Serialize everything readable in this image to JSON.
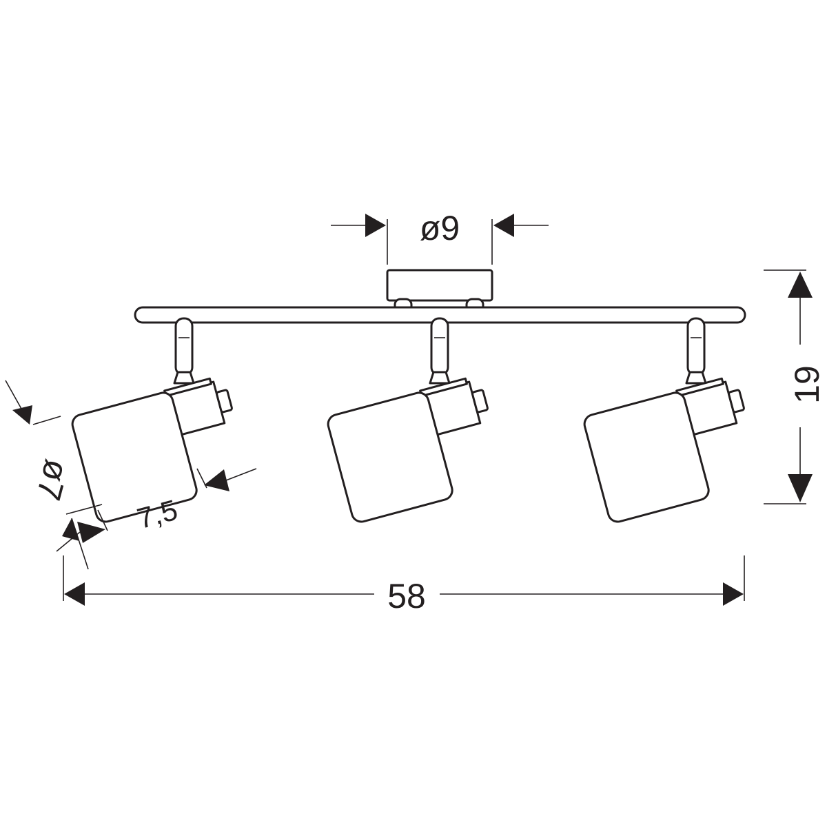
{
  "dimensions": {
    "canopy_diameter": "ø9",
    "height": "19",
    "total_length": "58",
    "shade_diameter": "ø7",
    "shade_length": "7,5"
  },
  "colors": {
    "line": "#231f20",
    "background": "#ffffff"
  }
}
